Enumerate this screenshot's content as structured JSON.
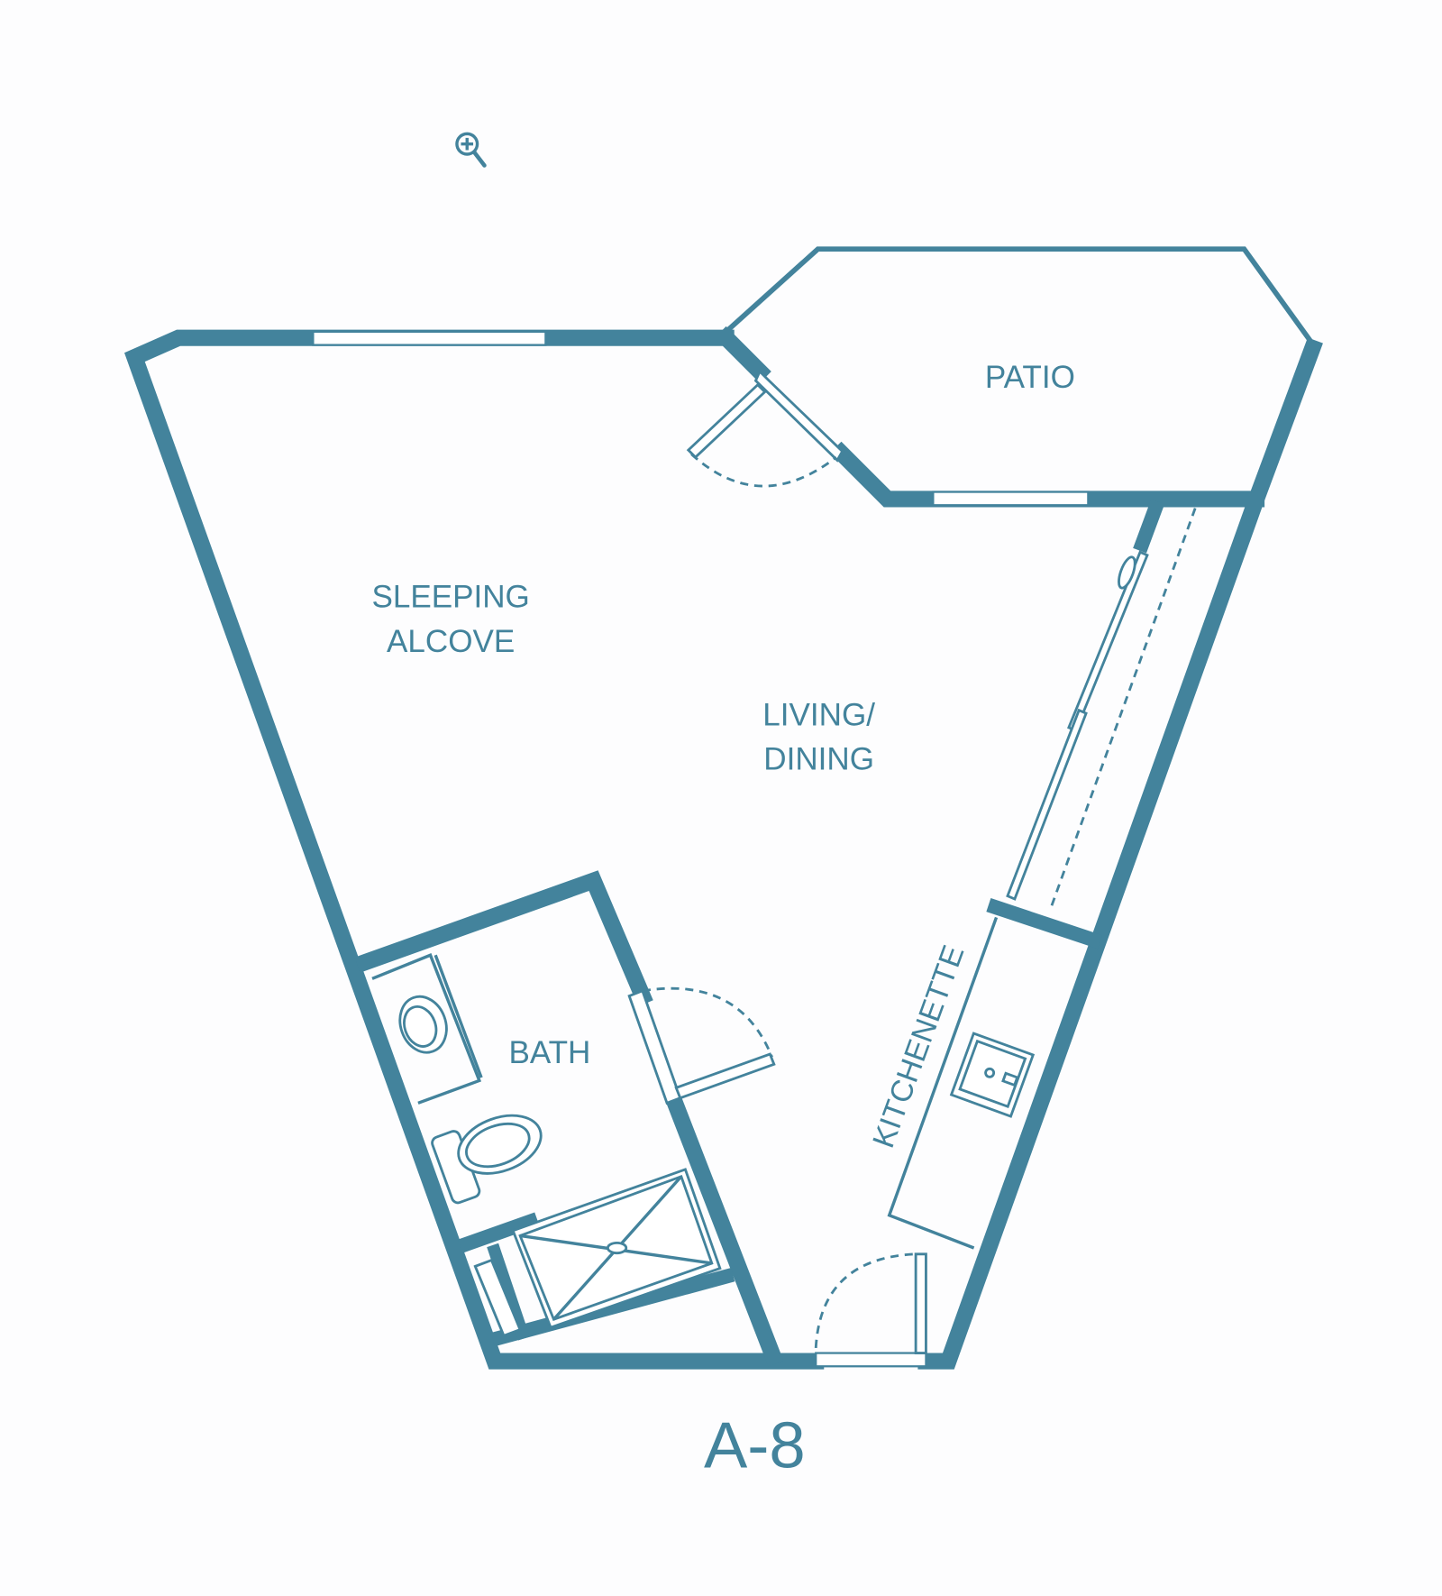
{
  "plan": {
    "unit_name": "A-8",
    "rooms": {
      "patio": "PATIO",
      "sleeping_line1": "SLEEPING",
      "sleeping_line2": "ALCOVE",
      "living_line1": "LIVING/",
      "living_line2": "DINING",
      "bath": "BATH",
      "kitchenette": "KITCHENETTE"
    },
    "zoom_icon": "zoom-in-magnifier-icon",
    "accent_color": "#43839c"
  }
}
